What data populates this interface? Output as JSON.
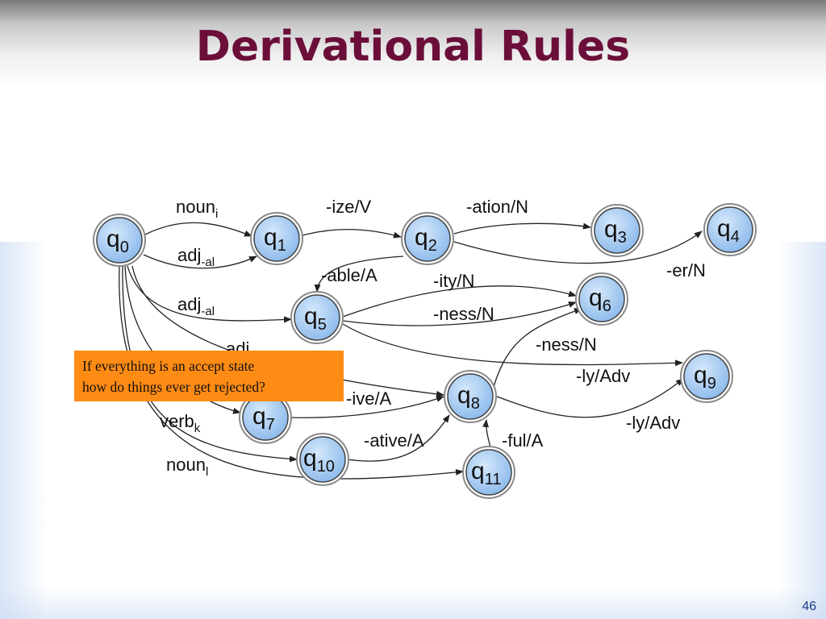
{
  "slide": {
    "title": "Derivational Rules",
    "page_number": "46",
    "note_lines": [
      "If everything is an accept state",
      "how do things ever get rejected?"
    ]
  },
  "colors": {
    "title": "#6b0f3a",
    "state_fill": "#a8ccf2",
    "note_background": "#fe8b14",
    "page_number": "#1a3b8a"
  },
  "states": [
    {
      "id": "q0",
      "base": "q",
      "sub": "0"
    },
    {
      "id": "q1",
      "base": "q",
      "sub": "1"
    },
    {
      "id": "q2",
      "base": "q",
      "sub": "2"
    },
    {
      "id": "q3",
      "base": "q",
      "sub": "3"
    },
    {
      "id": "q4",
      "base": "q",
      "sub": "4"
    },
    {
      "id": "q5",
      "base": "q",
      "sub": "5"
    },
    {
      "id": "q6",
      "base": "q",
      "sub": "6"
    },
    {
      "id": "q7",
      "base": "q",
      "sub": "7"
    },
    {
      "id": "q8",
      "base": "q",
      "sub": "8"
    },
    {
      "id": "q9",
      "base": "q",
      "sub": "9"
    },
    {
      "id": "q10",
      "base": "q",
      "sub": "10"
    },
    {
      "id": "q11",
      "base": "q",
      "sub": "11"
    }
  ],
  "transitions": [
    {
      "from": "q0",
      "to": "q1",
      "base": "noun",
      "sub": "i"
    },
    {
      "from": "q0",
      "to": "q1",
      "base": "adj",
      "sub": "-al"
    },
    {
      "from": "q1",
      "to": "q2",
      "base": "-ize/V",
      "sub": ""
    },
    {
      "from": "q2",
      "to": "q3",
      "base": "-ation/N",
      "sub": ""
    },
    {
      "from": "q2",
      "to": "q4",
      "base": "-er/N",
      "sub": ""
    },
    {
      "from": "q2",
      "to": "q5",
      "base": "-able/A",
      "sub": ""
    },
    {
      "from": "q5",
      "to": "q6",
      "base": "-ity/N",
      "sub": ""
    },
    {
      "from": "q5",
      "to": "q6",
      "base": "-ness/N",
      "sub": ""
    },
    {
      "from": "q0",
      "to": "q5",
      "base": "adj",
      "sub": "-al"
    },
    {
      "from": "q8",
      "to": "q6",
      "base": "-ness/N",
      "sub": ""
    },
    {
      "from": "q0",
      "to": "q8",
      "base": "adj",
      "sub": ""
    },
    {
      "from": "q5",
      "to": "q9",
      "base": "-ly/Adv",
      "sub": ""
    },
    {
      "from": "q8",
      "to": "q9",
      "base": "-ly/Adv",
      "sub": ""
    },
    {
      "from": "q7",
      "to": "q8",
      "base": "-ive/A",
      "sub": ""
    },
    {
      "from": "q0",
      "to": "q7",
      "base": "verb",
      "sub": "k"
    },
    {
      "from": "q10",
      "to": "q8",
      "base": "-ative/A",
      "sub": ""
    },
    {
      "from": "q11",
      "to": "q8",
      "base": "-ful/A",
      "sub": ""
    },
    {
      "from": "q0",
      "to": "q10",
      "base": "",
      "sub": ""
    },
    {
      "from": "q0",
      "to": "q11",
      "base": "noun",
      "sub": "l"
    }
  ]
}
